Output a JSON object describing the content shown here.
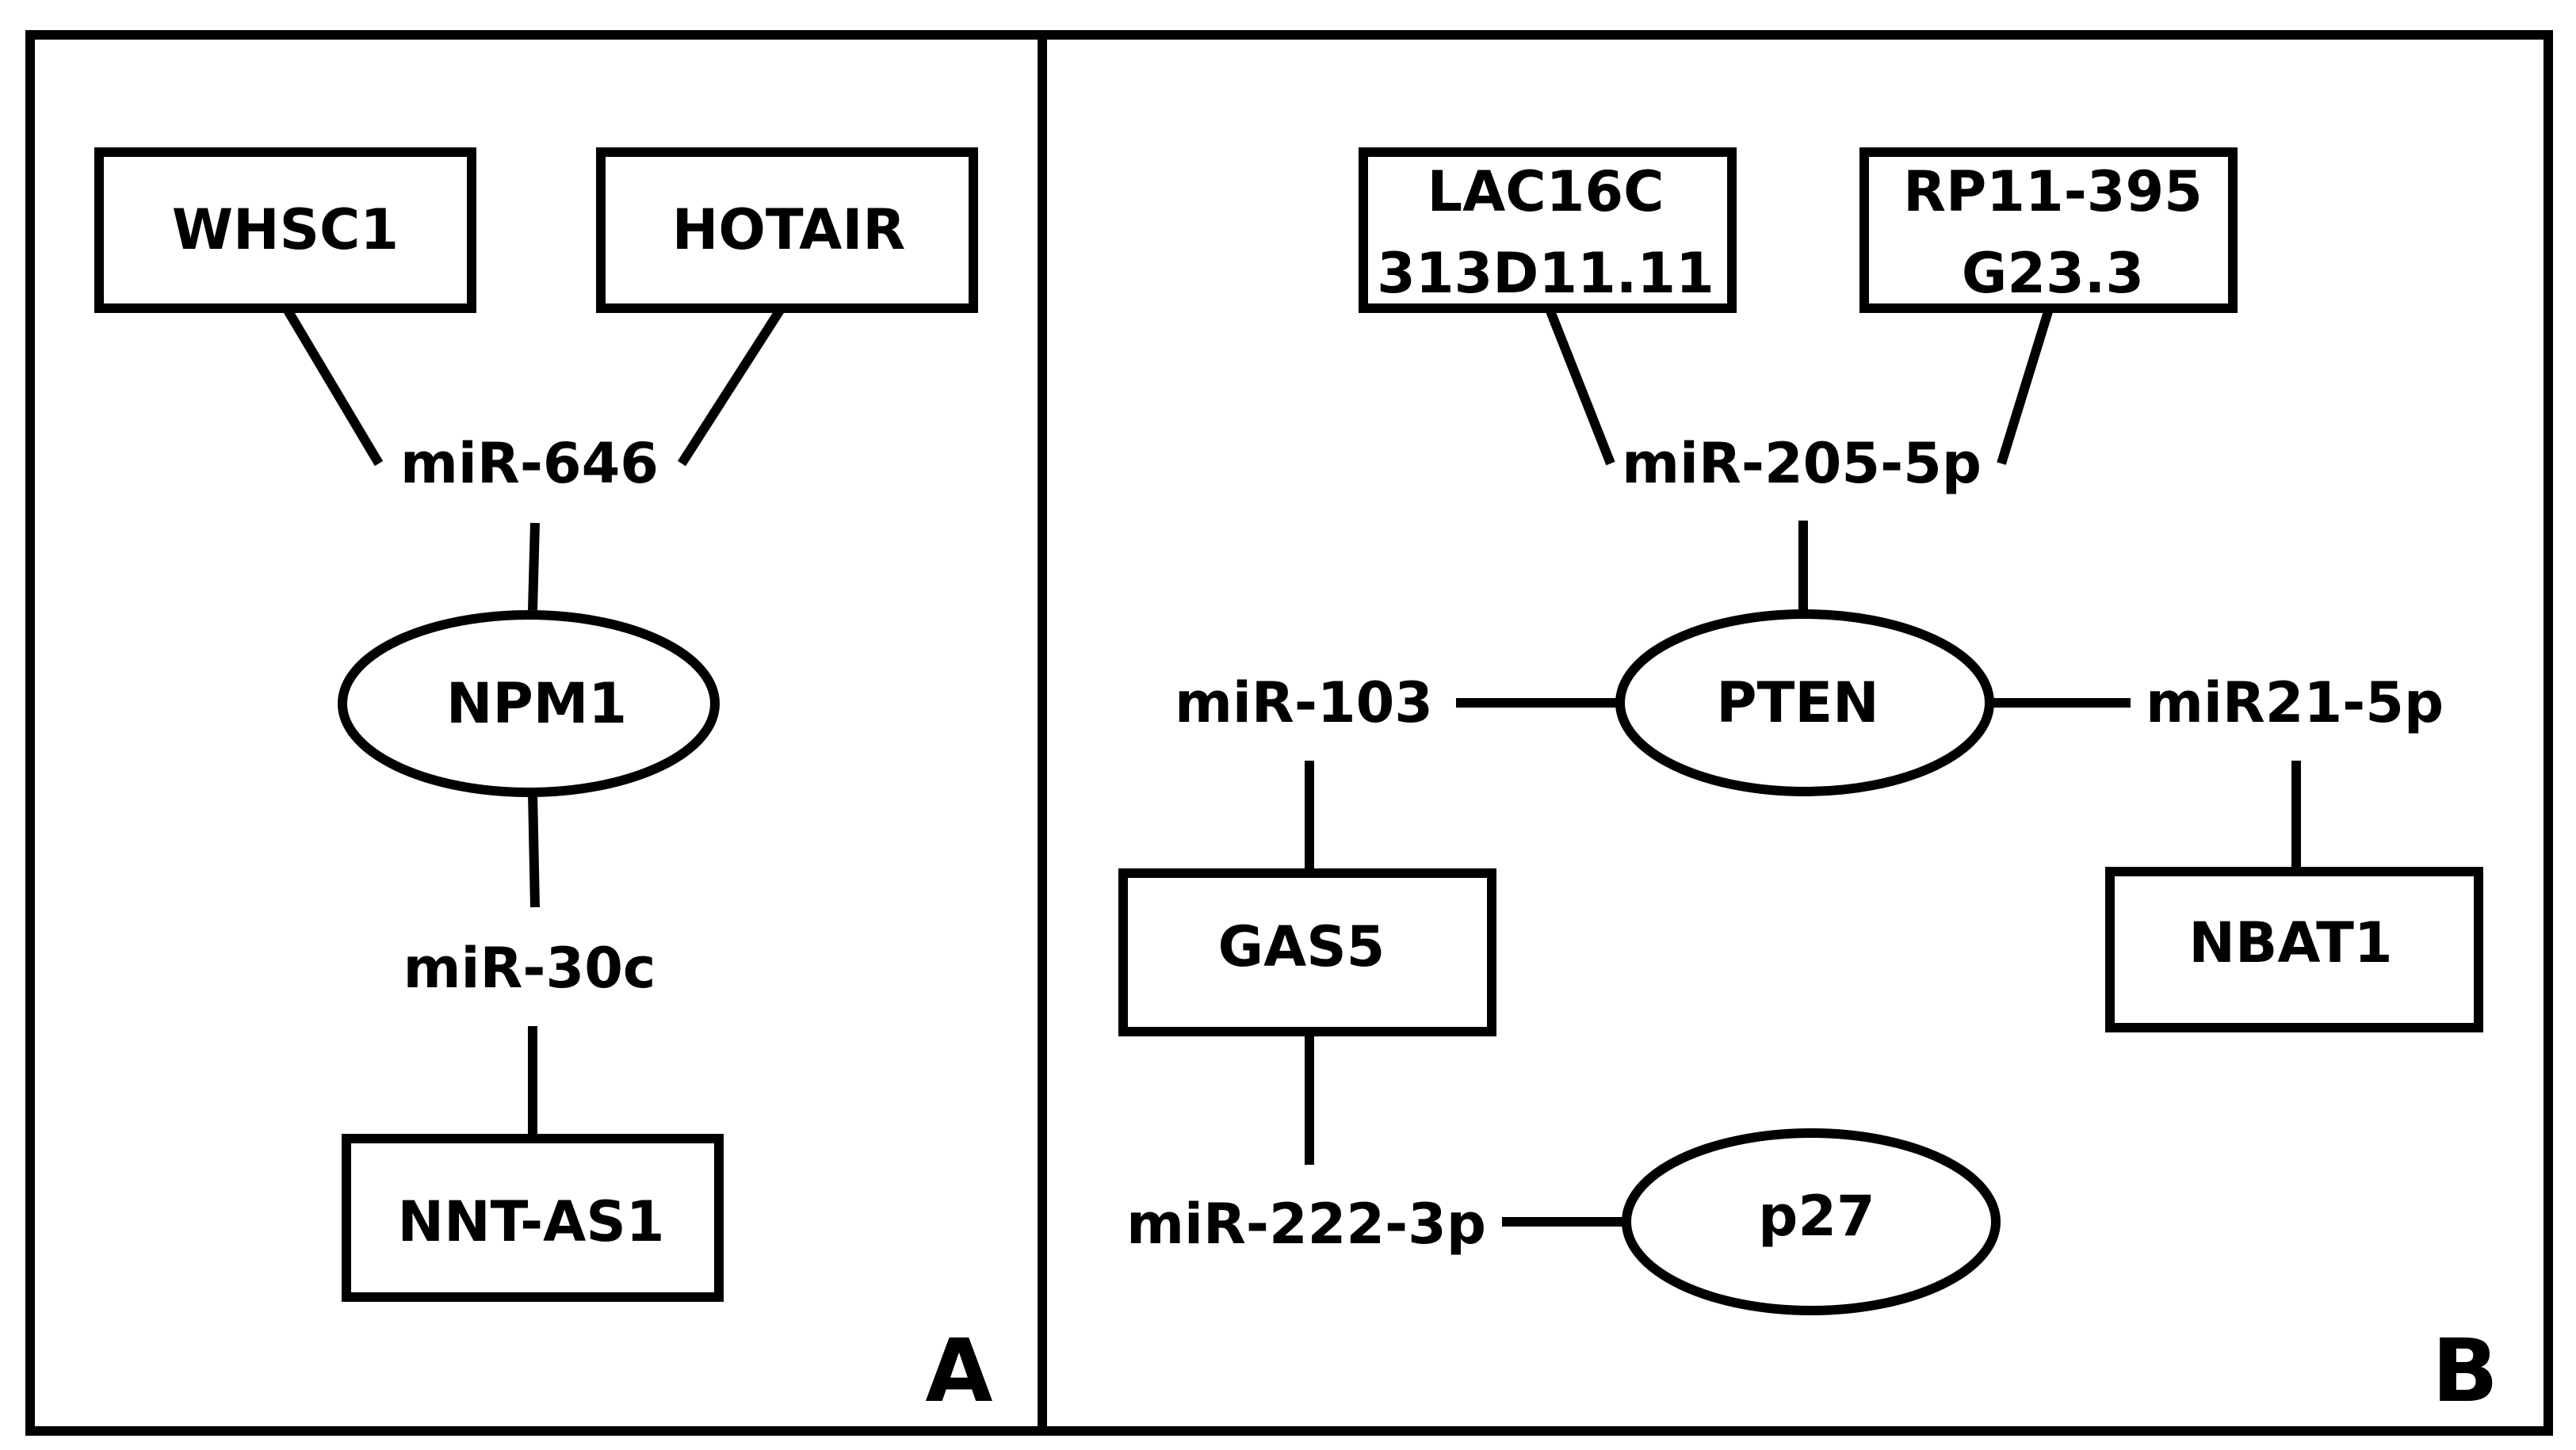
{
  "panels": {
    "a": {
      "letter": "A",
      "nodes": {
        "whsc1": "WHSC1",
        "hotair": "HOTAIR",
        "mir646": "miR-646",
        "npm1": "NPM1",
        "mir30c": "miR-30c",
        "nntas1": "NNT-AS1"
      }
    },
    "b": {
      "letter": "B",
      "nodes": {
        "lac16c_line1": "LAC16C",
        "lac16c_line2": "313D11.11",
        "rp11_line1": "RP11-395",
        "rp11_line2": "G23.3",
        "mir205": "miR-205-5p",
        "mir103": "miR-103",
        "pten": "PTEN",
        "mir21": "miR21-5p",
        "gas5": "GAS5",
        "nbat1": "NBAT1",
        "mir222": "miR-222-3p",
        "p27": "p27"
      }
    }
  }
}
